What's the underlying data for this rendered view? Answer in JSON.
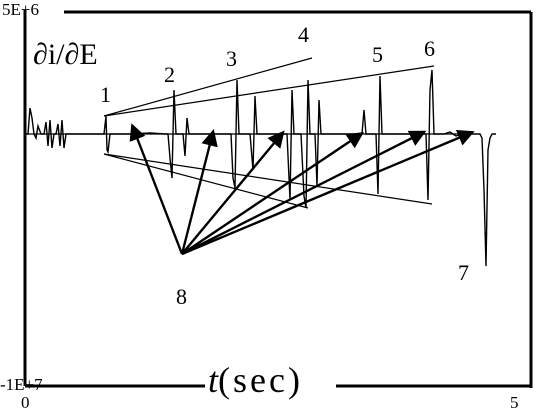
{
  "chart_data": {
    "type": "line",
    "ylabel": "∂i/∂E",
    "xlabel_var": "t",
    "xlabel_unit": "(sec)",
    "y_ticks": [
      "5E+6",
      "-1E+7"
    ],
    "x_ticks": [
      "0",
      "5"
    ],
    "xlim": [
      0,
      5
    ],
    "ylim": [
      -10000000,
      5000000
    ],
    "baseline": 0,
    "peak_labels": [
      "1",
      "2",
      "3",
      "4",
      "5",
      "6",
      "7",
      "8"
    ],
    "grid": false,
    "legend": "none",
    "line_color": "#000000"
  }
}
